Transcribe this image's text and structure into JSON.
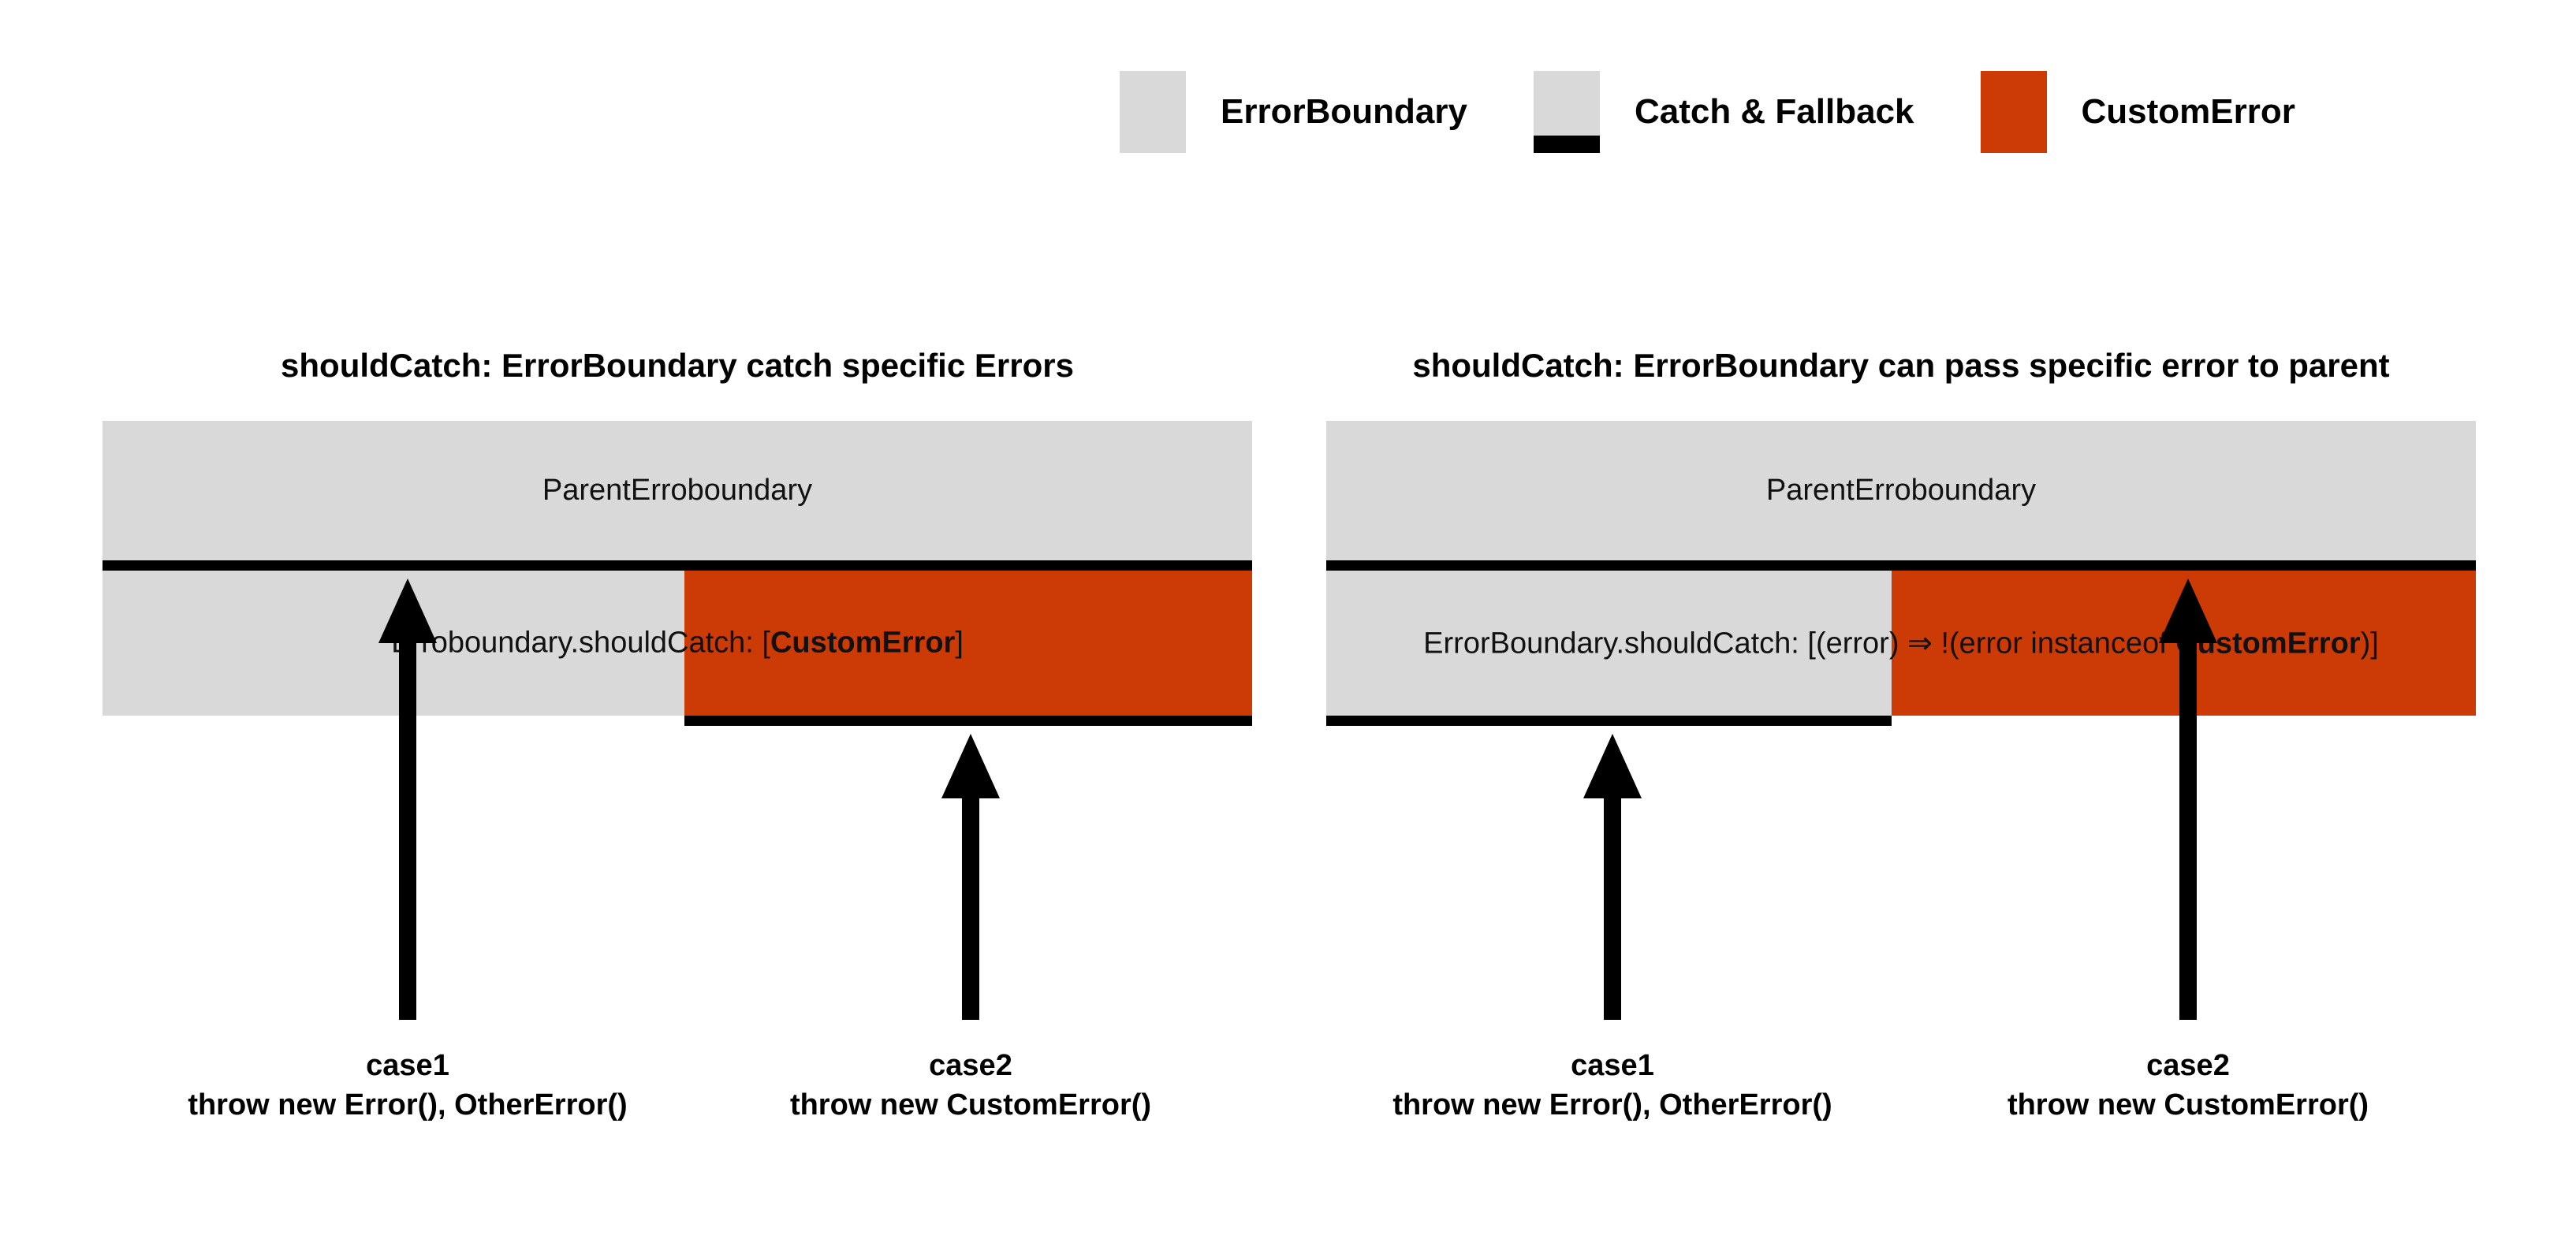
{
  "legend": {
    "items": [
      {
        "label": "ErrorBoundary",
        "swatch": "gray",
        "color": "#d9d9d9",
        "icon": "gray-square-icon"
      },
      {
        "label": "Catch & Fallback",
        "swatch": "gray-bar",
        "color": "#d9d9d9",
        "bar_color": "#000000",
        "icon": "gray-square-with-black-bar-icon"
      },
      {
        "label": "CustomError",
        "swatch": "orange",
        "color": "#cc3a06",
        "icon": "orange-square-icon"
      }
    ]
  },
  "panels": [
    {
      "title": "shouldCatch: ErrorBoundary catch specific Errors",
      "parent_label": "ParentErroboundary",
      "child_label_prefix": "Erroboundary.shouldCatch: [",
      "child_label_bold": "CustomError",
      "child_label_suffix": "]",
      "split_percent": 50.6,
      "bottom_bar_side": "right",
      "cases": [
        {
          "name": "case1",
          "code": "throw new Error(), OtherError()"
        },
        {
          "name": "case2",
          "code": "throw new CustomError()"
        }
      ]
    },
    {
      "title": "shouldCatch: ErrorBoundary can pass specific error to parent",
      "parent_label": "ParentErroboundary",
      "child_label_prefix": "ErrorBoundary.shouldCatch: [(error) ⇒ !(error instanceof ",
      "child_label_bold": "CustomError",
      "child_label_suffix": ")]",
      "split_percent": 49.2,
      "bottom_bar_side": "left",
      "cases": [
        {
          "name": "case1",
          "code": "throw new Error(), OtherError()"
        },
        {
          "name": "case2",
          "code": "throw new CustomError()"
        }
      ]
    }
  ],
  "colors": {
    "boundary_gray": "#d9d9d9",
    "custom_error_orange": "#cc3a06",
    "bar_black": "#000000",
    "background": "#ffffff"
  }
}
